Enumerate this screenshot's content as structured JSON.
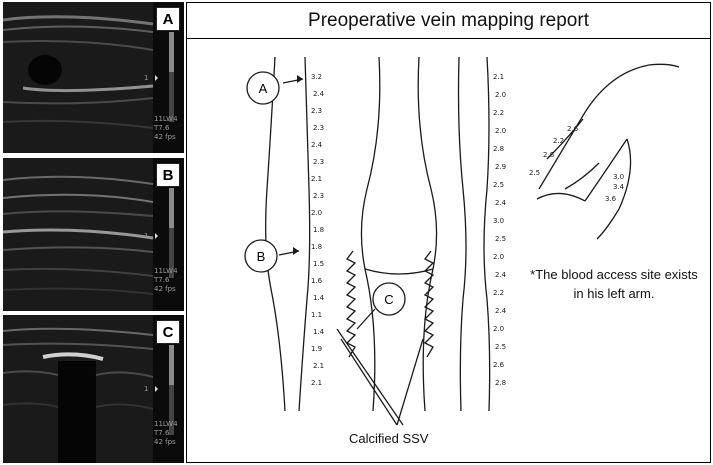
{
  "ultrasound_panels": [
    {
      "label": "A",
      "probe": "11LW4",
      "depth": "T7.6",
      "fps": "42 fps",
      "scale_mark": "1"
    },
    {
      "label": "B",
      "probe": "11LW4",
      "depth": "T7.6",
      "fps": "42 fps",
      "scale_mark": "1"
    },
    {
      "label": "C",
      "probe": "11LW4",
      "depth": "T7.6",
      "fps": "42 fps",
      "scale_mark": "1"
    }
  ],
  "report": {
    "title": "Preoperative vein mapping report",
    "callouts": {
      "a": "A",
      "b": "B",
      "c": "C"
    },
    "note": "*The blood access site exists in his left arm.",
    "caption": "Calcified SSV"
  },
  "left_leg_values": [
    "3.2",
    "2.4",
    "2.3",
    "2.3",
    "2.4",
    "2.3",
    "2.1",
    "2.3",
    "2.0",
    "1.8",
    "1.8",
    "1.5",
    "1.6",
    "1.4",
    "1.1",
    "1.4",
    "1.9",
    "2.1",
    "2.1"
  ],
  "right_leg_values": [
    "2.1",
    "2.0",
    "2.2",
    "2.0",
    "2.8",
    "2.9",
    "2.5",
    "2.4",
    "3.0",
    "2.5",
    "2.0",
    "2.4",
    "2.2",
    "2.4",
    "2.0",
    "2.5",
    "2.6",
    "2.8"
  ],
  "arm_values": [
    "2.6",
    "2.2",
    "2.6",
    "2.5",
    "3.0",
    "3.4",
    "3.6"
  ],
  "colors": {
    "ink": "#1a1a1a",
    "frame": "#000000",
    "background": "#ffffff",
    "ultrasound_bg": "#0b0b0b"
  }
}
